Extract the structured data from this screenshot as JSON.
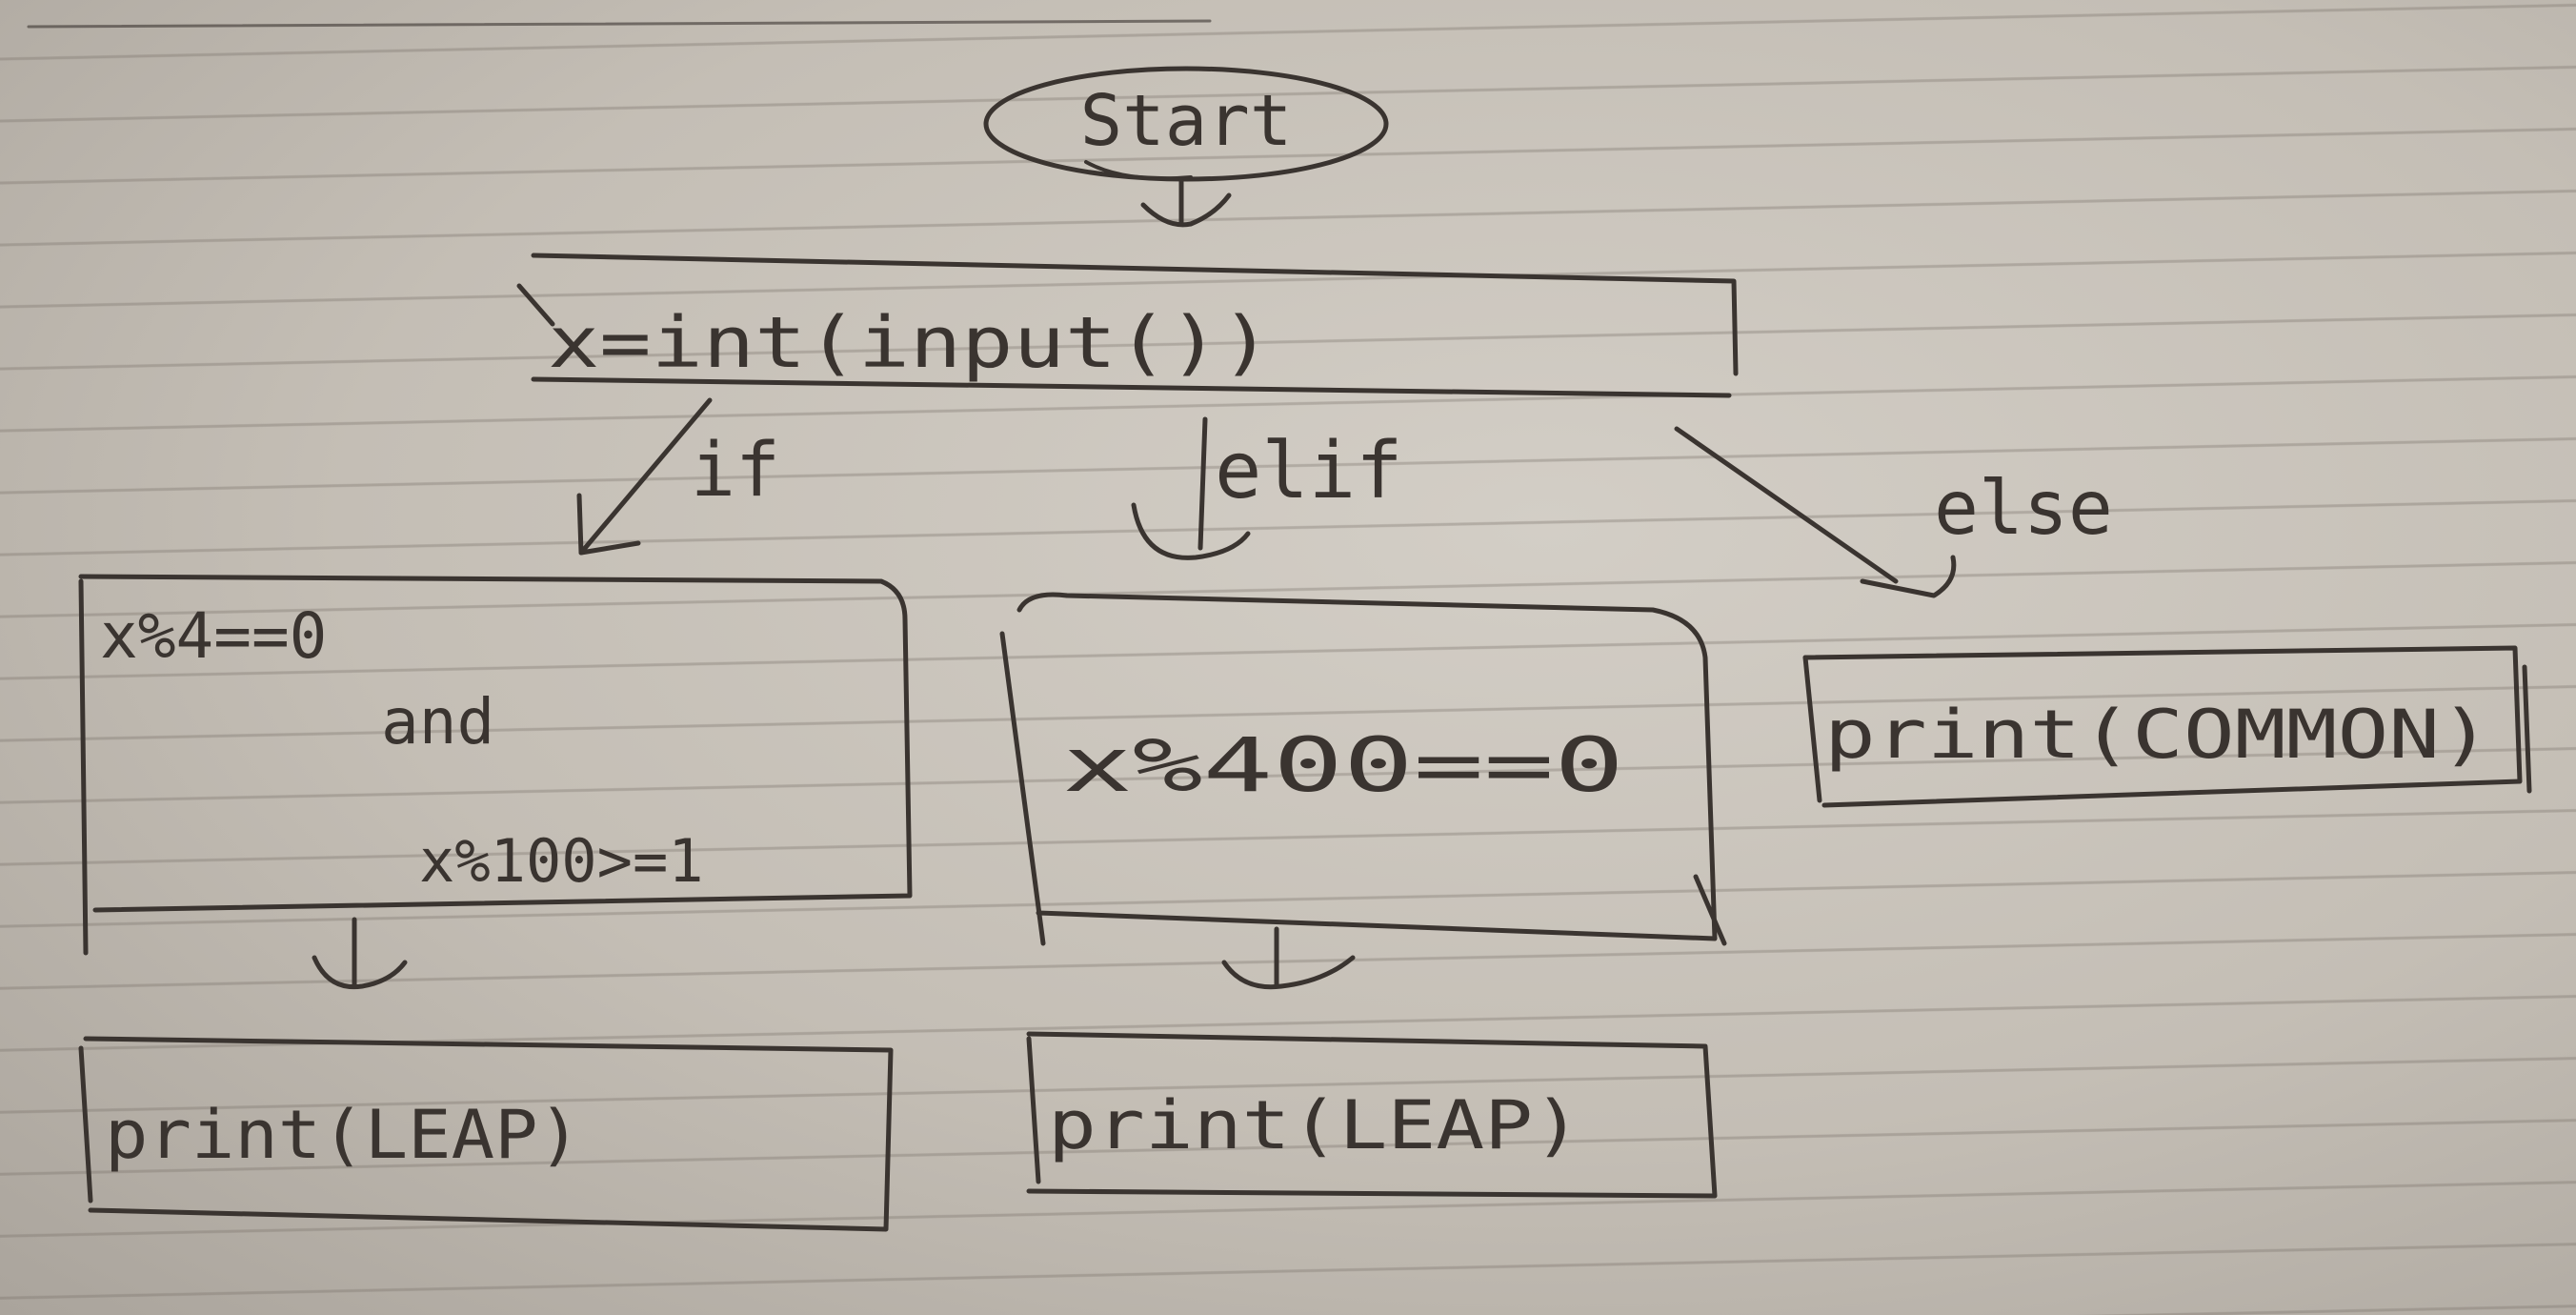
{
  "nodes": {
    "start": "Start",
    "input": "x=int(input())",
    "cond_if": {
      "line1": "x%4==0",
      "line2": "and",
      "line3": "x%100>=1"
    },
    "cond_elif": "x%400==0",
    "print_common": "print(COMMON)",
    "print_leap_1": "print(LEAP)",
    "print_leap_2": "print(LEAP)"
  },
  "edges": {
    "if": "if",
    "elif": "elif",
    "else": "else"
  }
}
